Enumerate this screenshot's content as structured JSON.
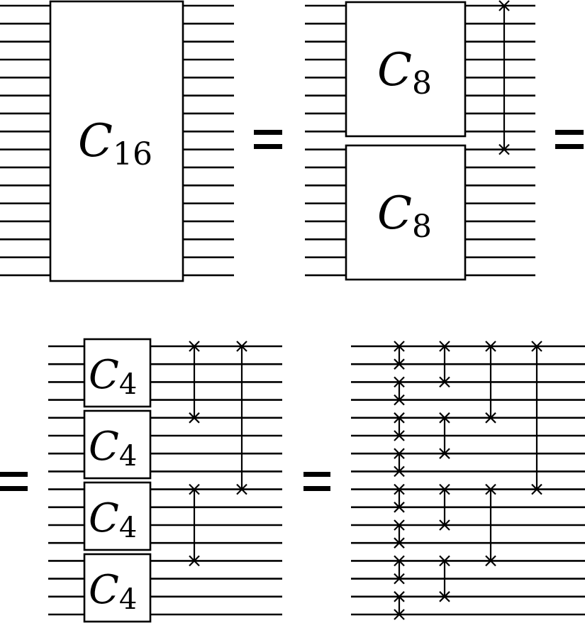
{
  "gates": {
    "c16": {
      "letter": "C",
      "sub": "16"
    },
    "c8": {
      "letter": "C",
      "sub": "8"
    },
    "c4": {
      "letter": "C",
      "sub": "4"
    }
  },
  "wires_per_register": 16,
  "equals_sign": "="
}
